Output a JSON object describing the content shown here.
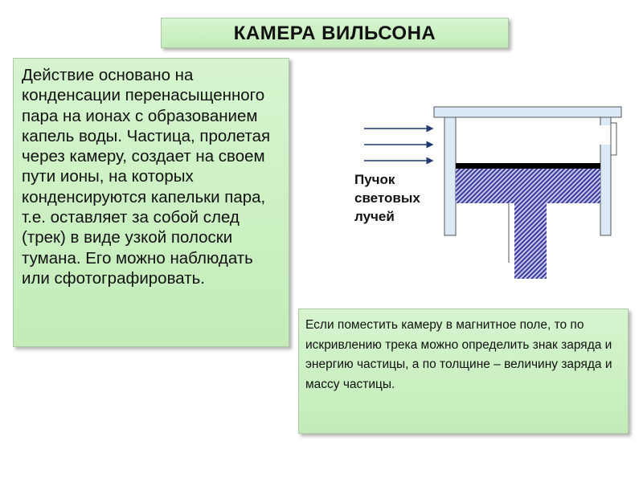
{
  "title": "КАМЕРА  ВИЛЬСОНА",
  "left_text": "Действие основано на конденсации перенасыщенного пара на ионах с образованием капель воды. Частица, пролетая через камеру, создает на своем пути ионы, на которых конденсируются капельки пара, т.е. оставляет за собой след (трек) в виде узкой полоски тумана. Его можно наблюдать или сфотографировать.",
  "right_text": "Если поместить камеру в магнитное поле, то по искривлению трека можно определить знак заряда и энергию частицы, а по толщине – величину заряда и массу частицы.",
  "diagram": {
    "label_lines": [
      "Пучок",
      "световых",
      "лучей"
    ],
    "colors": {
      "wall": "#dce9f6",
      "hatch": "#3a3a9a",
      "arrow": "#1f3a6e"
    }
  }
}
